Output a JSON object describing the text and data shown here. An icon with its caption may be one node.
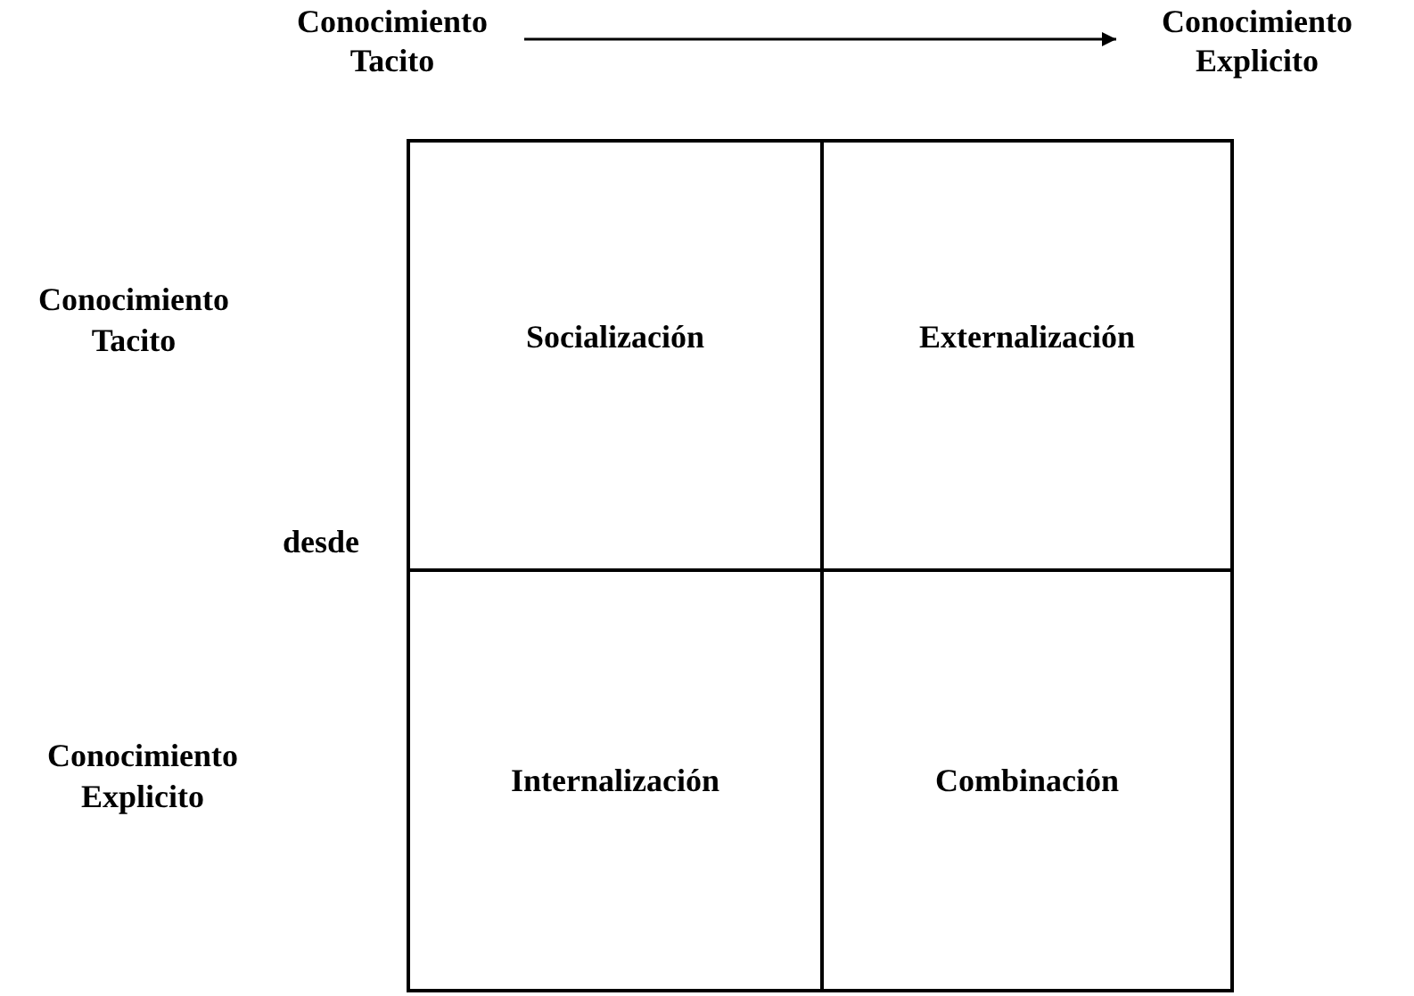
{
  "diagram": {
    "nodes": [
      {
        "text": [
          "Conocimiento Tacito"
        ]
      },
      {
        "text": [
          "Conocimiento Explicito"
        ]
      },
      {
        "text": [
          "Socialización"
        ]
      },
      {
        "text": [
          "Externalización"
        ]
      },
      {
        "text": [
          "Internalización"
        ]
      },
      {
        "text": [
          "Combinación"
        ]
      }
    ],
    "edges": [
      {
        "from": 0,
        "to": 1,
        "arrow": "to"
      }
    ],
    "labels": [
      "Conocimiento Tacito",
      "desde",
      "Conocimiento Explicito"
    ]
  }
}
